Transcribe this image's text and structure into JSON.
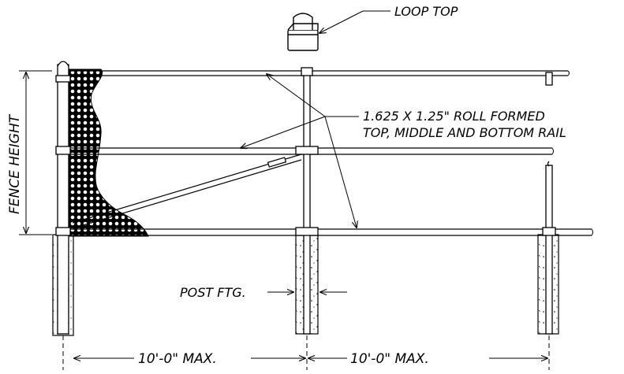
{
  "labels": {
    "loop_top": "LOOP TOP",
    "rail_line1": "1.625 X 1.25\" ROLL FORMED",
    "rail_line2": "TOP, MIDDLE AND BOTTOM RAIL",
    "fence_height": "FENCE HEIGHT",
    "post_ftg": "POST FTG.",
    "span_left": "10'-0\" MAX.",
    "span_right": "10'-0\" MAX."
  },
  "colors": {
    "line": "#000000",
    "mesh_fill": "#000000",
    "background": "#ffffff"
  }
}
